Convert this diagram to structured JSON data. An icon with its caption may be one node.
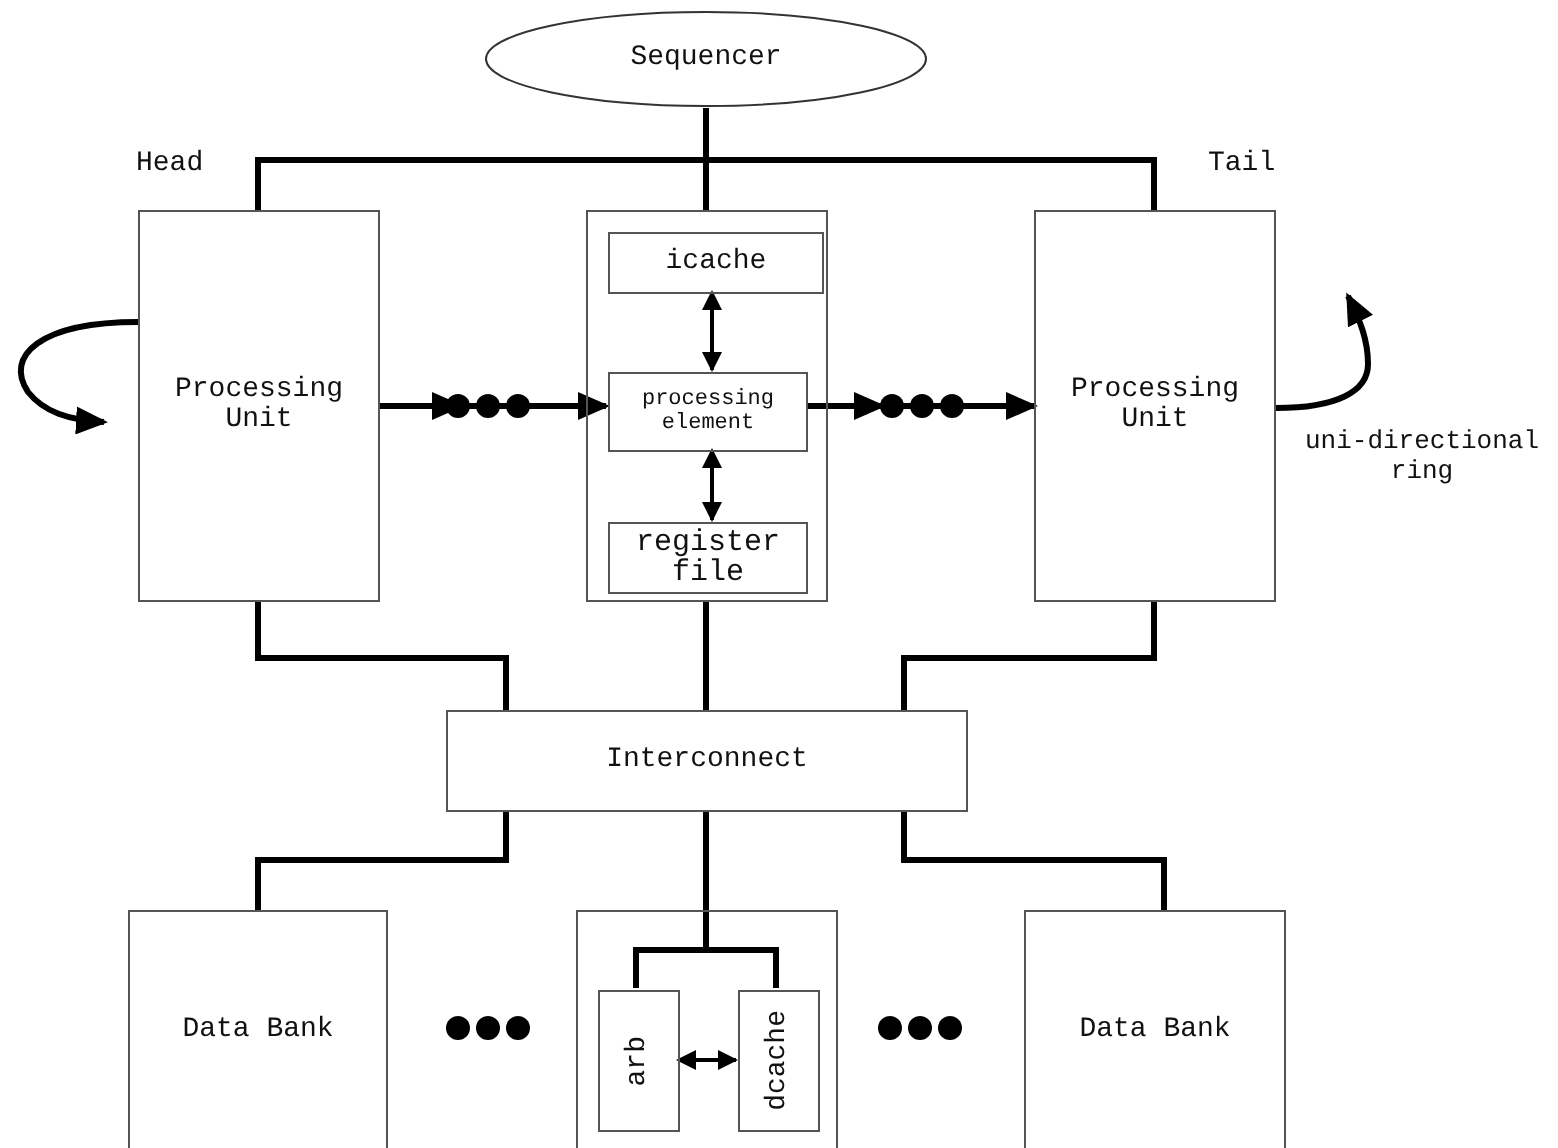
{
  "diagram": {
    "nodes": [
      {
        "text": [
          "Sequencer"
        ]
      },
      {
        "text": [
          "Processing Unit"
        ],
        "beside": [
          "Head"
        ]
      },
      {
        "text": [],
        "shape": "box"
      },
      {
        "text": [
          "icache"
        ],
        "in": 2
      },
      {
        "text": [
          "processing element"
        ],
        "in": 2
      },
      {
        "text": [
          "register file"
        ],
        "in": 2
      },
      {
        "text": [
          "Processing Unit"
        ],
        "beside": [
          "Tail"
        ]
      },
      {
        "text": [
          "Interconnect"
        ]
      },
      {
        "text": [
          "Data Bank"
        ]
      },
      {
        "text": [],
        "shape": "box"
      },
      {
        "text": [
          "arb"
        ],
        "in": 9
      },
      {
        "text": [
          "dcache"
        ],
        "in": 9
      },
      {
        "text": [
          "Data Bank"
        ]
      }
    ],
    "edges": [
      {
        "from": 0,
        "to": 1,
        "arrow": "none"
      },
      {
        "from": 0,
        "to": 2,
        "arrow": "none"
      },
      {
        "from": 0,
        "to": 6,
        "arrow": "none"
      },
      {
        "from": null,
        "to": 1,
        "arrow": "to"
      },
      {
        "from": 1,
        "to": 4,
        "arrow": "to"
      },
      {
        "from": 3,
        "to": 4,
        "arrow": "both"
      },
      {
        "from": 4,
        "to": 5,
        "arrow": "both"
      },
      {
        "from": 4,
        "to": 6,
        "arrow": "to"
      },
      {
        "from": 6,
        "to": null,
        "arrow": "to"
      },
      {
        "from": 1,
        "to": 7,
        "arrow": "none"
      },
      {
        "from": 2,
        "to": 7,
        "arrow": "none"
      },
      {
        "from": 6,
        "to": 7,
        "arrow": "none"
      },
      {
        "from": 7,
        "to": 8,
        "arrow": "none"
      },
      {
        "from": 7,
        "to": 10,
        "arrow": "none"
      },
      {
        "from": 7,
        "to": 11,
        "arrow": "none"
      },
      {
        "from": 7,
        "to": 12,
        "arrow": "none"
      },
      {
        "from": 10,
        "to": 11,
        "arrow": "both"
      }
    ],
    "labels": [
      "uni-directional ring"
    ]
  }
}
